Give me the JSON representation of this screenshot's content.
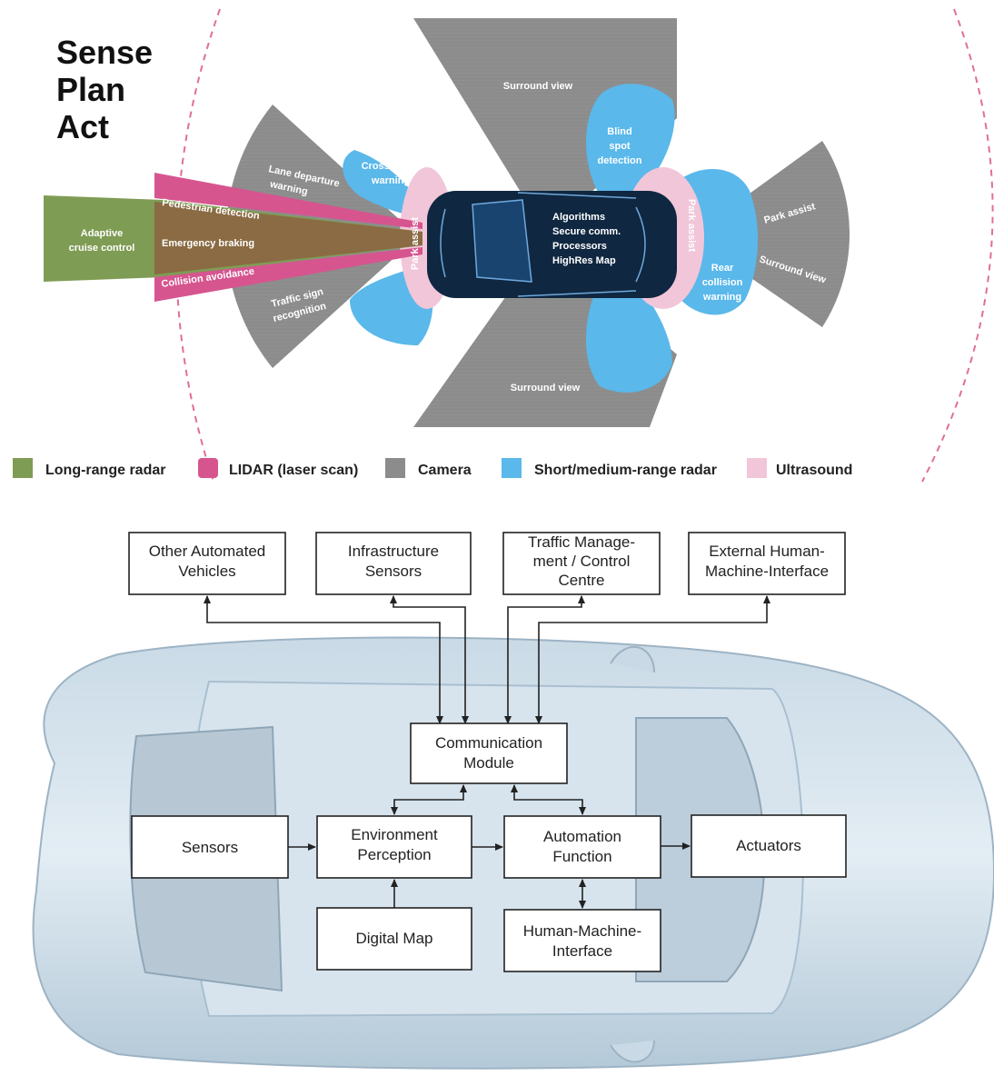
{
  "title_lines": [
    "Sense",
    "Plan",
    "Act"
  ],
  "colors": {
    "long_range_radar": "#7f9c54",
    "lidar": "#d6558f",
    "camera": "#8c8c8c",
    "short_medium_radar": "#5ab8ea",
    "ultrasound": "#f1c6d9",
    "car_body": "#0f2740",
    "dashed_circle": "#e06f97"
  },
  "coverage_labels": {
    "adaptive_cruise": [
      "Adaptive",
      "cruise control"
    ],
    "emergency_braking": "Emergency braking",
    "pedestrian_detection": "Pedestrian detection",
    "collision_avoidance": "Collision avoidance",
    "lane_departure": [
      "Lane departure",
      "warning"
    ],
    "traffic_sign": [
      "Traffic sign",
      "recognition"
    ],
    "cross_traffic": [
      "Cross traffic",
      "warning"
    ],
    "surround_view_top": "Surround view",
    "surround_view_bottom": "Surround view",
    "surround_view_right": "Surround view",
    "blind_spot": [
      "Blind",
      "spot",
      "detection"
    ],
    "park_assist_front": "Park assist",
    "park_assist_rear": "Park assist",
    "park_assist_right": "Park assist",
    "rear_collision": [
      "Rear",
      "collision",
      "warning"
    ]
  },
  "car_labels": [
    "Algorithms",
    "Secure comm.",
    "Processors",
    "HighRes Map"
  ],
  "legend": [
    {
      "label": "Long-range radar",
      "color": "#7f9c54"
    },
    {
      "label": "LIDAR (laser scan)",
      "color": "#d6558f"
    },
    {
      "label": "Camera",
      "color": "#8c8c8c"
    },
    {
      "label": "Short/medium-range radar",
      "color": "#5ab8ea"
    },
    {
      "label": "Ultrasound",
      "color": "#f1c6d9"
    }
  ],
  "boxes": {
    "other_vehicles": [
      "Other Automated",
      "Vehicles"
    ],
    "infrastructure_sensors": [
      "Infrastructure",
      "Sensors"
    ],
    "traffic_management": [
      "Traffic Manage-",
      "ment / Control",
      "Centre"
    ],
    "external_hmi": [
      "External Human-",
      "Machine-Interface"
    ],
    "communication_module": [
      "Communication",
      "Module"
    ],
    "sensors": [
      "Sensors"
    ],
    "environment_perception": [
      "Environment",
      "Perception"
    ],
    "automation_function": [
      "Automation",
      "Function"
    ],
    "actuators": [
      "Actuators"
    ],
    "digital_map": [
      "Digital Map"
    ],
    "hmi": [
      "Human-Machine-",
      "Interface"
    ]
  }
}
